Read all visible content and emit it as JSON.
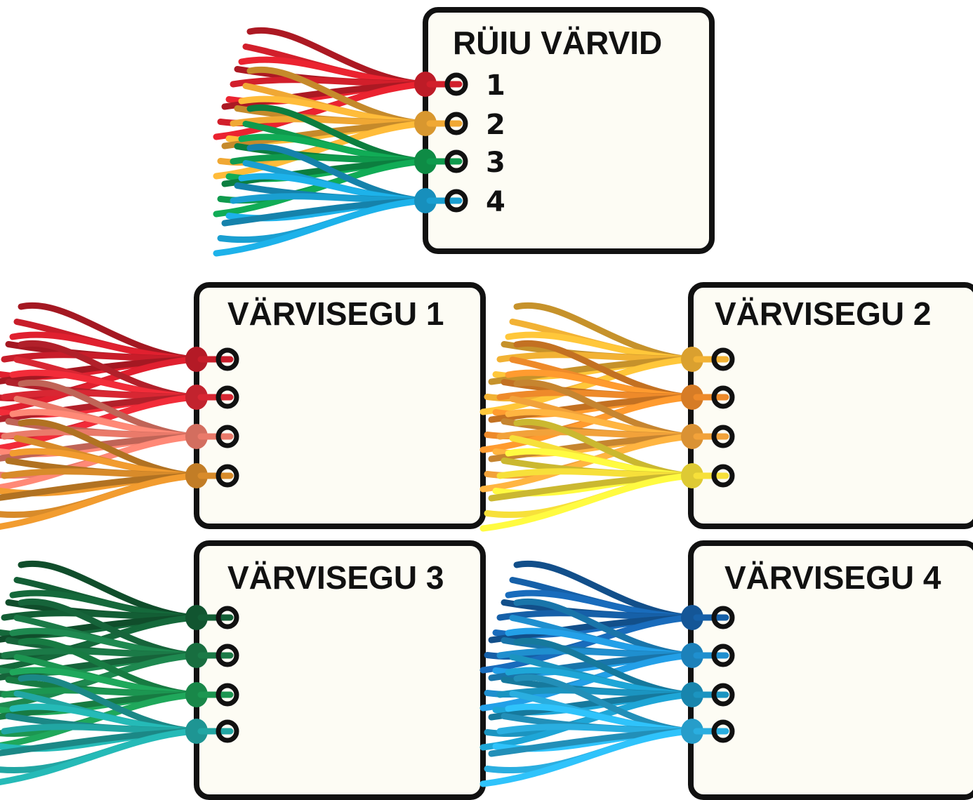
{
  "cards": [
    {
      "id": "main",
      "title": "RÜIU VÄRVID",
      "numbers": [
        "1",
        "2",
        "3",
        "4"
      ],
      "tassel_colors": [
        "#d21f2b",
        "#f0a834",
        "#0f9a4d",
        "#1a9fd1"
      ]
    },
    {
      "id": "group-1",
      "title": "VÄRVISEGU 1",
      "numbers": [],
      "tassel_colors": [
        "#c81d2a",
        "#d82733",
        "#ea7a6a",
        "#d88b2a"
      ]
    },
    {
      "id": "group-2",
      "title": "VÄRVISEGU 2",
      "numbers": [],
      "tassel_colors": [
        "#f2b234",
        "#ee8a2a",
        "#f2a23a",
        "#f7e03a"
      ]
    },
    {
      "id": "group-3",
      "title": "VÄRVISEGU 3",
      "numbers": [],
      "tassel_colors": [
        "#135e35",
        "#1b7a47",
        "#1c9651",
        "#21a6a3"
      ]
    },
    {
      "id": "group-4",
      "title": "VÄRVISEGU 4",
      "numbers": [],
      "tassel_colors": [
        "#1660a8",
        "#1f8fcf",
        "#1b94c0",
        "#2aaee0"
      ]
    }
  ]
}
